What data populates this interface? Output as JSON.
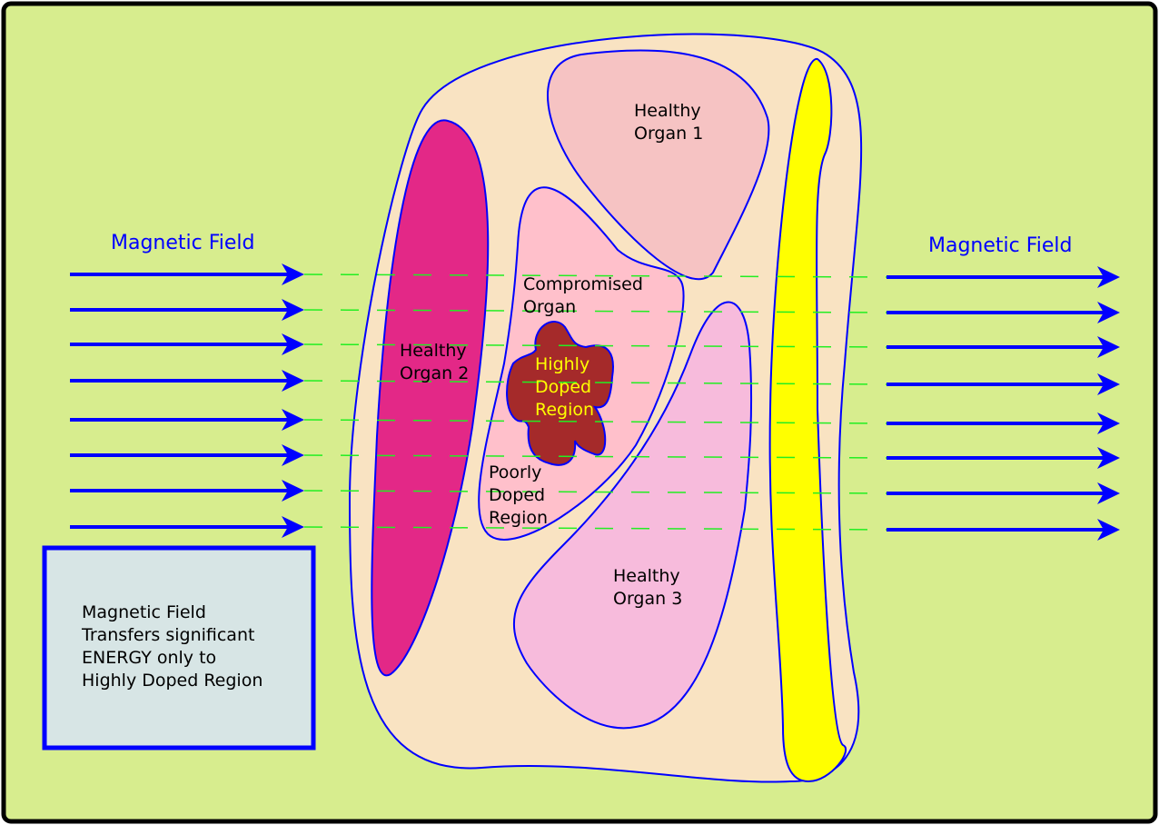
{
  "labels": {
    "field_left": "Magnetic Field",
    "field_right": "Magnetic Field",
    "organ1": [
      "Healthy",
      "Organ 1"
    ],
    "organ2": [
      "Healthy",
      "Organ 2"
    ],
    "organ3": [
      "Healthy",
      "Organ 3"
    ],
    "compromised": [
      "Compromised",
      "Organ"
    ],
    "highly_doped": [
      "Highly",
      "Doped",
      "Region"
    ],
    "poorly_doped": [
      "Poorly",
      "Doped",
      "Region"
    ],
    "note": [
      "Magnetic Field",
      "Transfers significant",
      "ENERGY only to",
      "Highly Doped Region"
    ]
  },
  "colors": {
    "background": "#d7ed8e",
    "body": "#f9e3c2",
    "organ1": "#f6c3c3",
    "organ2": "#e32887",
    "organ3": "#f7bbdc",
    "compromised": "#ffc0cb",
    "highly_doped": "#a52a2a",
    "yellow_strip": "#ffff00",
    "field_arrows": "#0000ff",
    "field_lines": "#22ee22",
    "note_box": "#d7e5e5"
  }
}
